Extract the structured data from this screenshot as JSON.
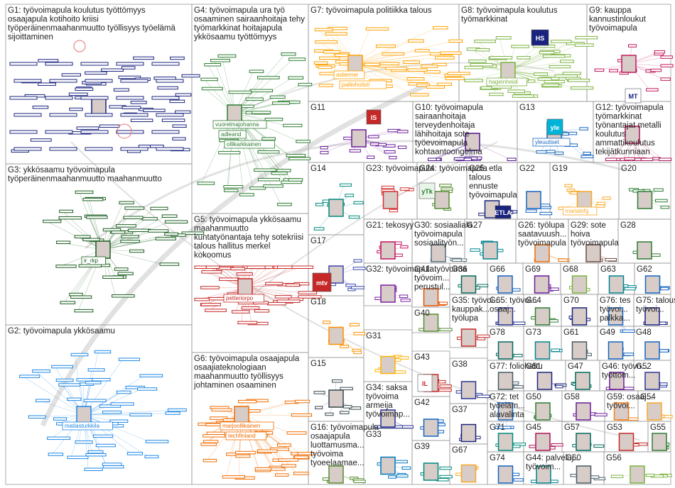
{
  "groups": [
    {
      "id": "G1",
      "keywords": [
        "työvoimapula koulutus työttömyys",
        "osaajapula kotihoito kriisi",
        "työperäinenmaahanmuutto työllisyys työelämä",
        "sijoittaminen"
      ],
      "color": "#1a237e",
      "labels": []
    },
    {
      "id": "G2",
      "keywords": [
        "työvoimapula ykkösaamu"
      ],
      "color": "#1e88e5",
      "labels": [
        "matiasturkkila"
      ]
    },
    {
      "id": "G3",
      "keywords": [
        "ykkösaamu työvoimapula",
        "työperäinenmaahanmuutto maahanmuutto"
      ],
      "color": "#1b5e20",
      "labels": [
        "ir_rkp"
      ]
    },
    {
      "id": "G4",
      "keywords": [
        "työvoimapula ura työ",
        "osaaminen sairaanhoitaja tehy",
        "työmarkkinat hoitajapula",
        "ykkösaamu työttömyys"
      ],
      "color": "#2e7d32",
      "labels": [
        "vuorelmajohanna",
        "adleand",
        "ollikarkkainen"
      ]
    },
    {
      "id": "G5",
      "keywords": [
        "työvoimapula ykkösaamu",
        "maahanmuutto",
        "kuntatyönantaja tehy sotekriisi",
        "talous hallitus merkel",
        "kokoomus"
      ],
      "color": "#c62828",
      "labels": [
        "petteriorpo"
      ]
    },
    {
      "id": "G6",
      "keywords": [
        "työvoimapula osaajapula",
        "osaajiateknologiaan",
        "maahanmuutto työllisyys",
        "johtaminen osaaminen"
      ],
      "color": "#ef6c00",
      "labels": [
        "marjoollikainen",
        "techfinland"
      ]
    },
    {
      "id": "G7",
      "keywords": [
        "työvoimapula politiikka talous"
      ],
      "color": "#ffa000",
      "labels": [
        "asberner",
        "pailioholisti"
      ]
    },
    {
      "id": "G8",
      "keywords": [
        "työvoimapula koulutus",
        "työmarkkinat"
      ],
      "color": "#7cb342",
      "labels": [
        "hageinheidi"
      ]
    },
    {
      "id": "G9",
      "keywords": [
        "kauppa",
        "kannustinloukut",
        "työvoimapula"
      ],
      "color": "#c2185b",
      "labels": []
    },
    {
      "id": "G10",
      "keywords": [
        "työvoimapula",
        "sairaanhoitaja",
        "terveydenhoitaja",
        "lähihoitaja sote",
        "työevoimapula",
        "kohtaantoongelma"
      ],
      "color": "#4a148c",
      "labels": []
    },
    {
      "id": "G11",
      "keywords": [],
      "color": "#6a1b9a",
      "labels": []
    },
    {
      "id": "G12",
      "keywords": [
        "työvoimapula",
        "työmarkkinat",
        "työnantajat metalli",
        "koulutus",
        "ammattikoulutus",
        "tekijätkunniaan"
      ],
      "color": "#ad1457",
      "labels": []
    },
    {
      "id": "G13",
      "keywords": [],
      "color": "#1565c0",
      "labels": [
        "yleuutiset"
      ]
    },
    {
      "id": "G14",
      "keywords": [],
      "color": "#00897b",
      "labels": []
    },
    {
      "id": "G15",
      "keywords": [],
      "color": "#37474f",
      "labels": []
    },
    {
      "id": "G16",
      "keywords": [
        "työvoimapula",
        "osaajapula",
        "luottamusma...",
        "työvoima",
        "tyoeelaamae..."
      ],
      "color": "#558b2f",
      "labels": []
    },
    {
      "id": "G17",
      "keywords": [],
      "color": "#3949ab",
      "labels": []
    },
    {
      "id": "G18",
      "keywords": [],
      "color": "#ff8f00",
      "labels": []
    },
    {
      "id": "G19",
      "keywords": [],
      "color": "#f9a825",
      "labels": [
        "marialofg"
      ]
    },
    {
      "id": "G20",
      "keywords": [],
      "color": "#2e7d32",
      "labels": []
    },
    {
      "id": "G21",
      "keywords": [
        "tekosyy"
      ],
      "color": "#c51162",
      "labels": []
    },
    {
      "id": "G22",
      "keywords": [],
      "color": "#1565c0",
      "labels": []
    },
    {
      "id": "G23",
      "keywords": [
        "työvoimapula"
      ],
      "color": "#d32f2f",
      "labels": []
    },
    {
      "id": "G24",
      "keywords": [
        "työvoimapula"
      ],
      "color": "#558b2f",
      "labels": []
    },
    {
      "id": "G25",
      "keywords": [
        "etla",
        "talous",
        "ennuste",
        "työvoimapula"
      ],
      "color": "#1a237e",
      "labels": []
    },
    {
      "id": "G26",
      "keywords": [
        "työlupa",
        "saatavuush...",
        "työvoimapula"
      ],
      "color": "#ef6c00",
      "labels": []
    },
    {
      "id": "G27",
      "keywords": [],
      "color": "#00838f",
      "labels": []
    },
    {
      "id": "G28",
      "keywords": [],
      "color": "#2e7d32",
      "labels": []
    },
    {
      "id": "G29",
      "keywords": [
        "sote",
        "hoiva",
        "työvoimapula"
      ],
      "color": "#6d4c41",
      "labels": []
    },
    {
      "id": "G30",
      "keywords": [
        "sosiaaliala",
        "työvoimapula",
        "sosiaalityön..."
      ],
      "color": "#546e7a",
      "labels": []
    },
    {
      "id": "G31",
      "keywords": [],
      "color": "#ffb300",
      "labels": []
    },
    {
      "id": "G32",
      "keywords": [
        "työvoimapula"
      ],
      "color": "#7b1fa2",
      "labels": []
    },
    {
      "id": "G33",
      "keywords": [],
      "color": "#0277bd",
      "labels": []
    },
    {
      "id": "G34",
      "keywords": [
        "saksa",
        "työvoima",
        "armeija",
        "työvoimap..."
      ],
      "color": "#283593",
      "labels": []
    },
    {
      "id": "G35",
      "keywords": [
        "työvoi...",
        "kauppak...",
        "työlupa"
      ],
      "color": "#c62828",
      "labels": []
    },
    {
      "id": "G36",
      "keywords": [],
      "color": "#00695c",
      "labels": []
    },
    {
      "id": "G37",
      "keywords": [],
      "color": "#1a237e",
      "labels": []
    },
    {
      "id": "G38",
      "keywords": [],
      "color": "#283593",
      "labels": []
    },
    {
      "id": "G39",
      "keywords": [],
      "color": "#00897b",
      "labels": []
    },
    {
      "id": "G40",
      "keywords": [],
      "color": "#558b2f",
      "labels": []
    },
    {
      "id": "G41",
      "keywords": [
        "työvoima",
        "työvoim...",
        "perustul..."
      ],
      "color": "#e65100",
      "labels": []
    },
    {
      "id": "G42",
      "keywords": [],
      "color": "#1565c0",
      "labels": []
    },
    {
      "id": "G43",
      "keywords": [],
      "color": "#c62828",
      "labels": []
    },
    {
      "id": "G44",
      "keywords": [
        "palveluj...",
        "työvoim..."
      ],
      "color": "#00838f",
      "labels": []
    },
    {
      "id": "G45",
      "keywords": [],
      "color": "#ad1457",
      "labels": []
    },
    {
      "id": "G46",
      "keywords": [
        "työvo...",
        "työttöm..."
      ],
      "color": "#6a1b9a",
      "labels": []
    },
    {
      "id": "G47",
      "keywords": [],
      "color": "#00695c",
      "labels": []
    },
    {
      "id": "G48",
      "keywords": [],
      "color": "#1565c0",
      "labels": []
    },
    {
      "id": "G49",
      "keywords": [],
      "color": "#1565c0",
      "labels": []
    },
    {
      "id": "G50",
      "keywords": [],
      "color": "#2e7d32",
      "labels": []
    },
    {
      "id": "G51",
      "keywords": [],
      "color": "#1a237e",
      "labels": []
    },
    {
      "id": "G52",
      "keywords": [],
      "color": "#283593",
      "labels": []
    },
    {
      "id": "G53",
      "keywords": [],
      "color": "#c62828",
      "labels": []
    },
    {
      "id": "G54",
      "keywords": [],
      "color": "#f9a825",
      "labels": []
    },
    {
      "id": "G55",
      "keywords": [],
      "color": "#2e7d32",
      "labels": []
    },
    {
      "id": "G56",
      "keywords": [],
      "color": "#7cb342",
      "labels": []
    },
    {
      "id": "G57",
      "keywords": [],
      "color": "#00695c",
      "labels": []
    },
    {
      "id": "G58",
      "keywords": [],
      "color": "#6a1b9a",
      "labels": []
    },
    {
      "id": "G59",
      "keywords": [
        "osaaj...",
        "työvoi..."
      ],
      "color": "#f57f17",
      "labels": []
    },
    {
      "id": "G60",
      "keywords": [],
      "color": "#455a64",
      "labels": []
    },
    {
      "id": "G61",
      "keywords": [],
      "color": "#455a64",
      "labels": []
    },
    {
      "id": "G62",
      "keywords": [],
      "color": "#1565c0",
      "labels": []
    },
    {
      "id": "G63",
      "keywords": [],
      "color": "#00838f",
      "labels": []
    },
    {
      "id": "G64",
      "keywords": [],
      "color": "#2e7d32",
      "labels": []
    },
    {
      "id": "G65",
      "keywords": [
        "työvoi...",
        "osaaj..."
      ],
      "color": "#283593",
      "labels": []
    },
    {
      "id": "G66",
      "keywords": [],
      "color": "#1565c0",
      "labels": []
    },
    {
      "id": "G67",
      "keywords": [],
      "color": "#f9a825",
      "labels": []
    },
    {
      "id": "G68",
      "keywords": [],
      "color": "#7cb342",
      "labels": []
    },
    {
      "id": "G69",
      "keywords": [],
      "color": "#6a1b9a",
      "labels": []
    },
    {
      "id": "G70",
      "keywords": [],
      "color": "#1a237e",
      "labels": []
    },
    {
      "id": "G71",
      "keywords": [],
      "color": "#00897b",
      "labels": []
    },
    {
      "id": "G72",
      "keywords": [
        "tet",
        "työeläm...",
        "alavalinta"
      ],
      "color": "#1565c0",
      "labels": []
    },
    {
      "id": "G73",
      "keywords": [],
      "color": "#00838f",
      "labels": []
    },
    {
      "id": "G74",
      "keywords": [],
      "color": "#1565c0",
      "labels": []
    },
    {
      "id": "G75",
      "keywords": [
        "talous",
        "työvoi..."
      ],
      "color": "#1a237e",
      "labels": []
    },
    {
      "id": "G76",
      "keywords": [
        "tes",
        "työvoi...",
        "palkka..."
      ],
      "color": "#1565c0",
      "labels": []
    },
    {
      "id": "G77",
      "keywords": [
        "foliohattu"
      ],
      "color": "#455a64",
      "labels": []
    },
    {
      "id": "G78",
      "keywords": [],
      "color": "#00695c",
      "labels": []
    }
  ],
  "logos": {
    "hs": "HS",
    "is": "IS",
    "mt": "MT",
    "yle": "yle",
    "mtv": "mtv",
    "etla": "ETLA",
    "il": "IL",
    "ytk": "yTk"
  }
}
